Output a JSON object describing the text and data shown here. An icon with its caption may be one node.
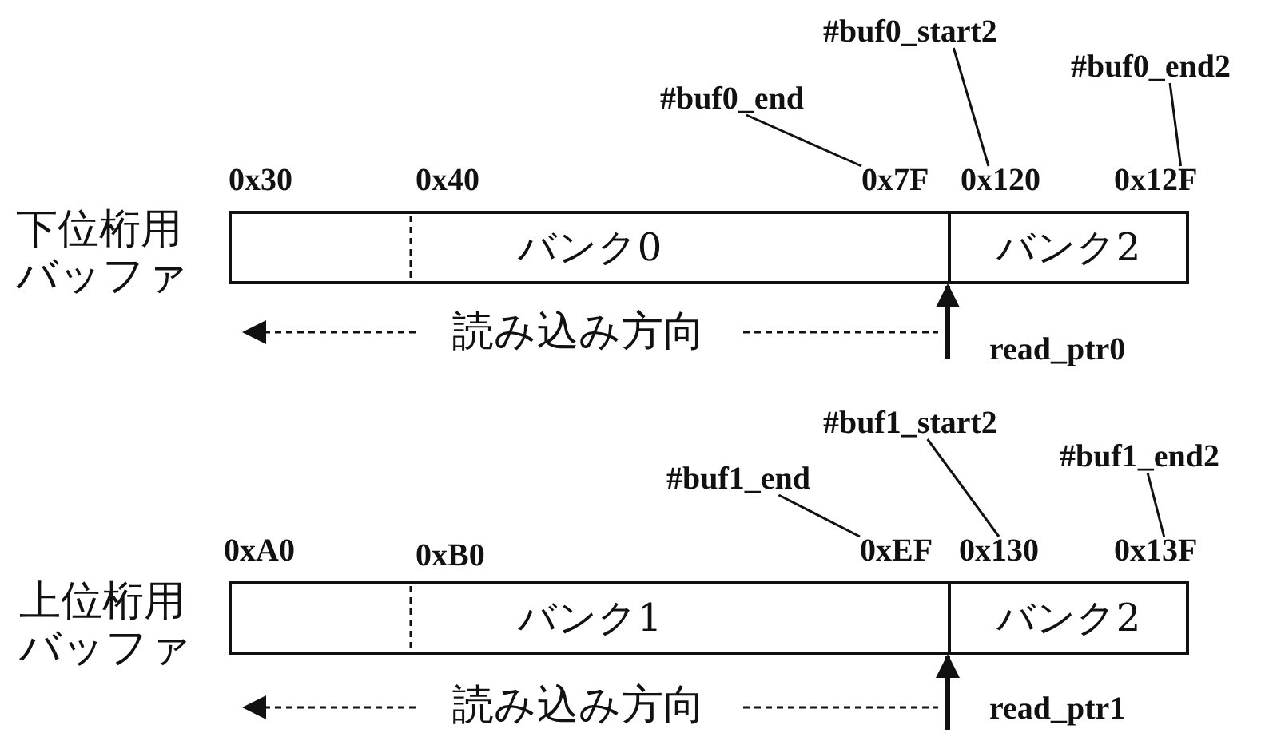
{
  "diagram": {
    "nodes": [
      {
        "text": [
          "#buf0_end"
        ]
      },
      {
        "text": [
          "0x7F"
        ]
      },
      {
        "text": [
          "#buf0_start2"
        ]
      },
      {
        "text": [
          "0x120"
        ]
      },
      {
        "text": [
          "#buf0_end2"
        ]
      },
      {
        "text": [
          "0x12F"
        ]
      },
      {
        "text": [
          "バンク0"
        ]
      },
      {
        "text": [
          "バンク2"
        ]
      },
      {
        "text": [
          "#buf1_end"
        ]
      },
      {
        "text": [
          "0xEF"
        ]
      },
      {
        "text": [
          "#buf1_start2"
        ]
      },
      {
        "text": [
          "0x130"
        ]
      },
      {
        "text": [
          "#buf1_end2"
        ]
      },
      {
        "text": [
          "0x13F"
        ]
      },
      {
        "text": [
          "バンク1"
        ]
      },
      {
        "text": [
          "バンク2"
        ]
      }
    ],
    "edges": [
      {
        "from": 0,
        "to": 1,
        "arrow": "none"
      },
      {
        "from": 2,
        "to": 3,
        "arrow": "none"
      },
      {
        "from": 4,
        "to": 5,
        "arrow": "none"
      },
      {
        "from": null,
        "to": 7,
        "arrow": "to",
        "style": "thick"
      },
      {
        "from": 8,
        "to": 9,
        "arrow": "none"
      },
      {
        "from": 10,
        "to": 11,
        "arrow": "none"
      },
      {
        "from": 12,
        "to": 13,
        "arrow": "none"
      },
      {
        "from": null,
        "to": 15,
        "arrow": "to",
        "style": "thick"
      }
    ],
    "labels": [
      "0x30",
      "0x40",
      "下位桁用バッファ",
      "読み込み方向",
      "read_ptr0",
      "0xA0",
      "0xB0",
      "上位桁用バッファ",
      "読み込み方向",
      "read_ptr1"
    ]
  }
}
